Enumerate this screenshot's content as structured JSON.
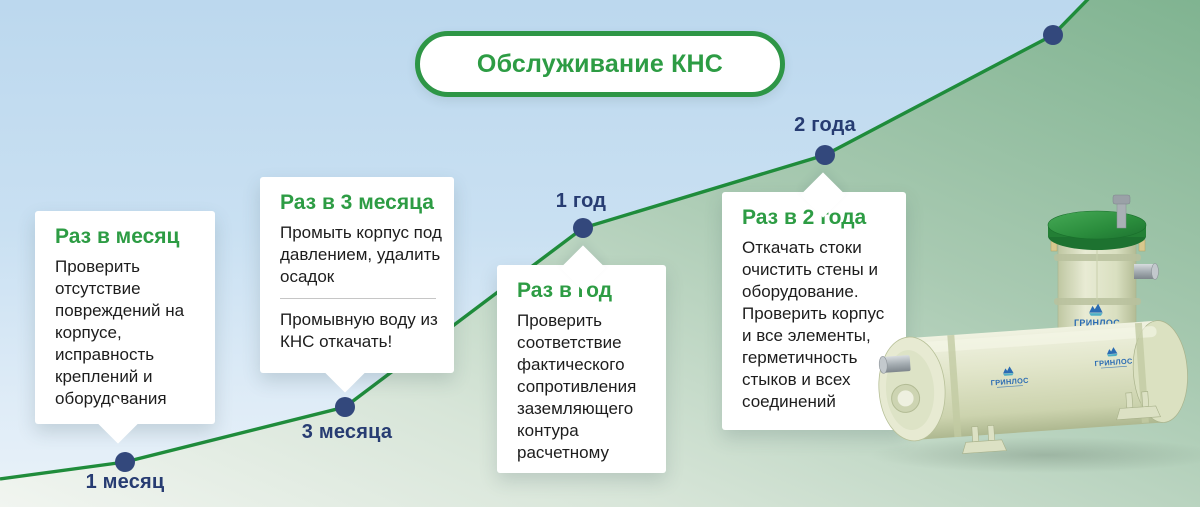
{
  "title": "Обслуживание КНС",
  "milestones": [
    {
      "label": "1 месяц"
    },
    {
      "label": "3 месяца"
    },
    {
      "label": "1 год"
    },
    {
      "label": "2 года"
    }
  ],
  "cards": [
    {
      "header": "Раз в месяц",
      "body": "Проверить отсутствие повреждений на корпусе, исправность креплений и оборудования"
    },
    {
      "header": "Раз в 3 месяца",
      "body_top": "Промыть корпус под давлением, удалить осадок",
      "body_bottom": "Промывную воду из КНС откачать!"
    },
    {
      "header": "Раз в год",
      "body": "Проверить соответствие фактического сопротивления заземляющего контура расчетному"
    },
    {
      "header": "Раз в 2 года",
      "body": "Откачать стоки очистить стены и оборудование. Проверить корпус и все элементы, герметичность стыков и всех соединений"
    }
  ],
  "equipment": {
    "brand": "ГРИНЛОС"
  },
  "colors": {
    "accent_green": "#2d9c44",
    "pill_border_green": "#2e9646",
    "line_green": "#1f8c3b",
    "dot_navy": "#33487c",
    "label_navy": "#273c72",
    "lid_green": "#2a8c3c",
    "tank_beige": "#dde3c4",
    "logo_blue": "#2a6bb3",
    "sky_blue": "#bcd8ee",
    "hill_green": "#7fb390"
  }
}
